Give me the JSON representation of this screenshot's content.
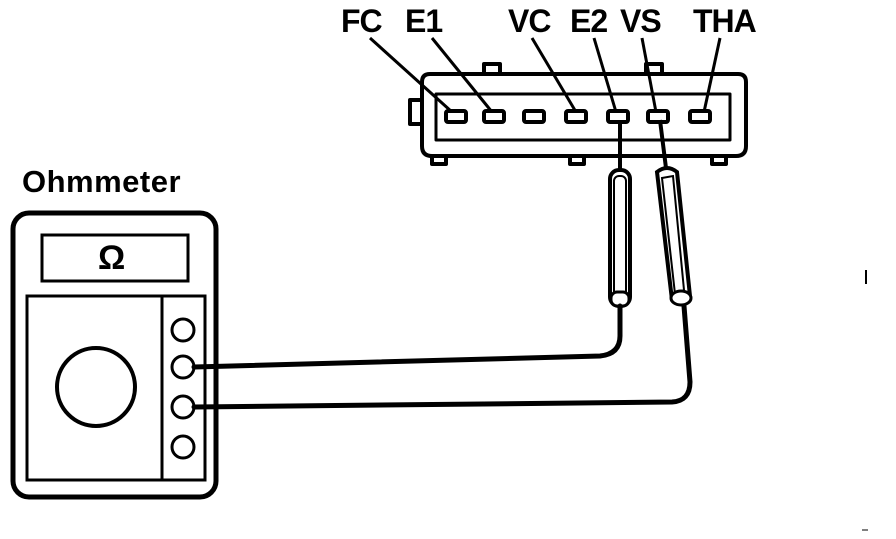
{
  "meter": {
    "title": "Ohmmeter",
    "unit_symbol": "Ω"
  },
  "connector": {
    "pins": {
      "fc": "FC",
      "e1": "E1",
      "vc": "VC",
      "e2": "E2",
      "vs": "VS",
      "tha": "THA"
    }
  },
  "colors": {
    "ink": "#000000",
    "paper": "#ffffff"
  }
}
